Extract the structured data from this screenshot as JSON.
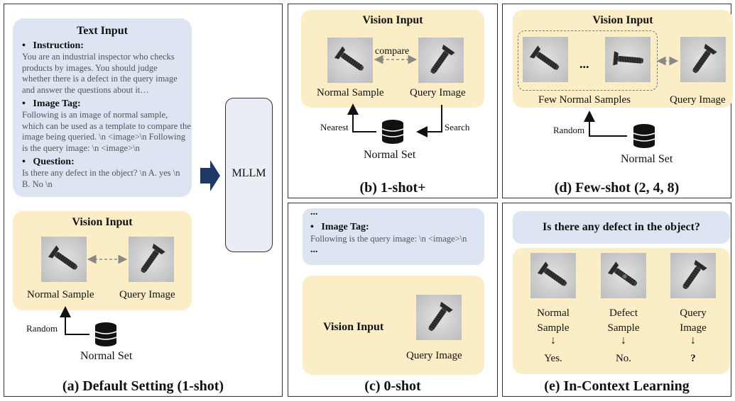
{
  "panel_a": {
    "text_input": {
      "title": "Text Input",
      "instruction_head": "Instruction:",
      "instruction_body": "You are an industrial inspector who checks products by images. You should judge whether there is a defect in the query image and answer the questions about it…",
      "image_tag_head": "Image Tag:",
      "image_tag_body": "Following is an image of normal sample, which can be used as a template to compare the image being queried. \\n <image>\\n Following is the query image: \\n <image>\\n",
      "question_head": "Question:",
      "question_body": "Is there any defect in the object?  \\n A. yes \\n B. No \\n"
    },
    "vision_title": "Vision Input",
    "normal_sample": "Normal Sample",
    "query_image": "Query Image",
    "random": "Random",
    "normal_set": "Normal Set",
    "caption": "(a) Default Setting (1-shot)"
  },
  "mllm": "MLLM",
  "panel_b": {
    "vision_title": "Vision Input",
    "compare": "compare",
    "normal_sample": "Normal Sample",
    "query_image": "Query Image",
    "nearest": "Nearest",
    "search": "Search",
    "normal_set": "Normal Set",
    "caption": "(b) 1-shot+"
  },
  "panel_c": {
    "ellipsis_top": "...",
    "image_tag_head": "Image Tag:",
    "image_tag_body": "Following is the query image: \\n <image>\\n",
    "ellipsis_bottom": "...",
    "vision_title": "Vision Input",
    "query_image": "Query Image",
    "caption": "(c) 0-shot"
  },
  "panel_d": {
    "vision_title": "Vision Input",
    "dots": "...",
    "few_normal": "Few Normal Samples",
    "query_image": "Query Image",
    "random": "Random",
    "normal_set": "Normal Set",
    "caption": "(d) Few-shot (2, 4, 8)"
  },
  "panel_e": {
    "question": "Is there any defect in the object?",
    "col1_l1": "Normal",
    "col1_l2": "Sample",
    "col1_ans": "Yes.",
    "col2_l1": "Defect",
    "col2_l2": "Sample",
    "col2_ans": "No.",
    "col3_l1": "Query",
    "col3_l2": "Image",
    "col3_ans": "?",
    "caption": "(e) In-Context Learning"
  },
  "colors": {
    "blue_box": "#dde4f2",
    "yellow_box": "#fbedc6",
    "arrow_navy": "#1f3864",
    "mllm_fill": "#eaedf3"
  }
}
